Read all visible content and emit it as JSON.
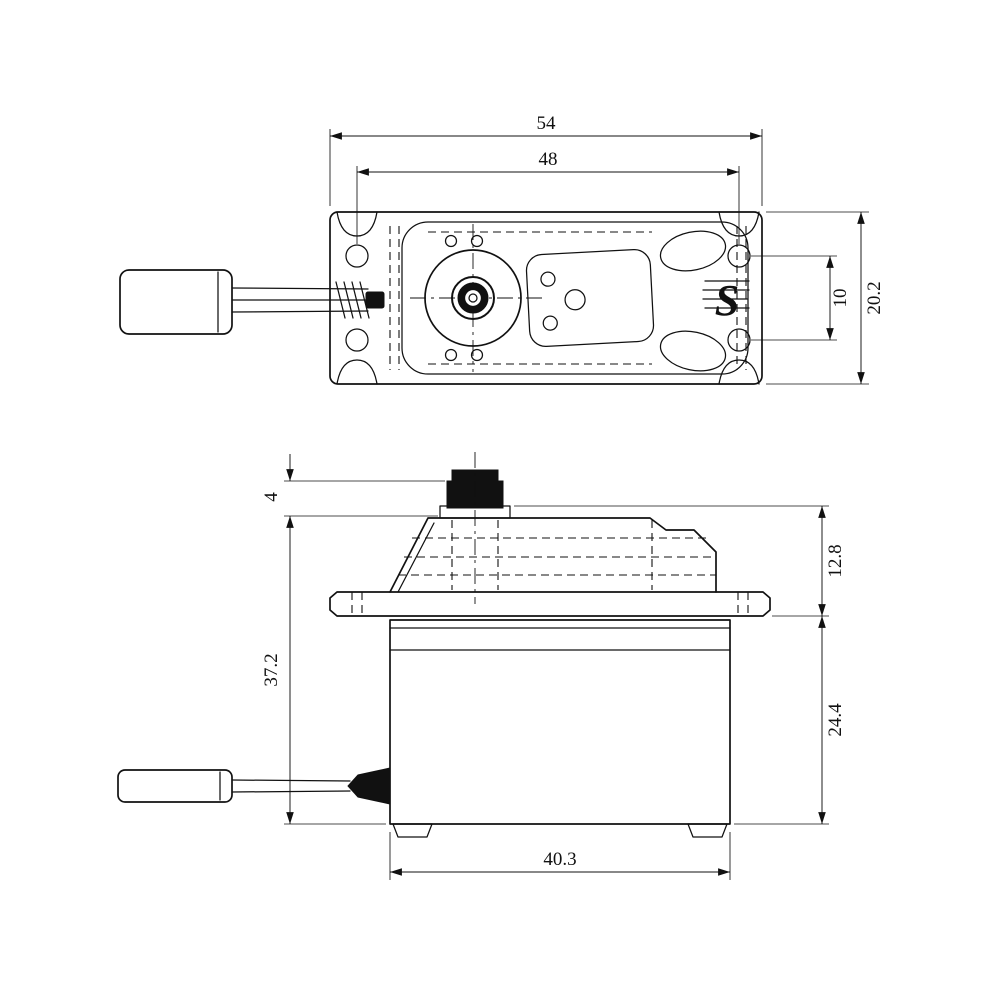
{
  "drawing": {
    "title": "servo-dimensional-drawing",
    "logo": "S",
    "colors": {
      "line": "#111111",
      "background": "#ffffff"
    },
    "dims": {
      "overall_width": "54",
      "hole_spacing": "48",
      "depth": "20.2",
      "hole_offset": "10",
      "spline_height": "4",
      "overall_height": "37.2",
      "upper_height": "12.8",
      "body_height": "24.4",
      "body_width": "40.3"
    }
  }
}
